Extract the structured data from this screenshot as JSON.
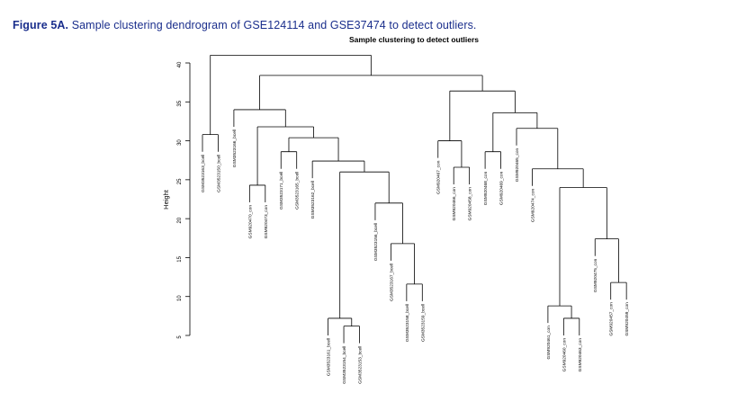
{
  "caption": {
    "label": "Figure 5A.",
    "text": " Sample clustering dendrogram of GSE124114 and GSE37474 to detect outliers."
  },
  "colors": {
    "caption_text": "#1a2e8c",
    "branch_line": "#000000",
    "background": "#ffffff"
  },
  "chart_data": {
    "type": "dendrogram",
    "title": "Sample clustering to detect outliers",
    "ylabel": "Height",
    "xlabel": "",
    "yticks": [
      5,
      10,
      15,
      20,
      25,
      30,
      35,
      40
    ],
    "ylim": [
      5,
      41.5
    ],
    "hang": 2.2,
    "leaf_count": 28,
    "grid": false,
    "tree": {
      "h": 41,
      "c": [
        {
          "h": 30.8,
          "c": [
            {
              "l": "GSM3523163_bcell"
            },
            {
              "l": "GSM3523150_bcell"
            }
          ]
        },
        {
          "h": 38.4,
          "c": [
            {
              "h": 34.0,
              "c": [
                {
                  "l": "GSM3523166_bcell"
                },
                {
                  "h": 31.8,
                  "c": [
                    {
                      "h": 24.3,
                      "c": [
                        {
                          "l": "GSM920470_con"
                        },
                        {
                          "l": "GSM920473_con"
                        }
                      ]
                    },
                    {
                      "h": 30.4,
                      "c": [
                        {
                          "h": 28.6,
                          "c": [
                            {
                              "l": "GSM3523171_bcell"
                            },
                            {
                              "l": "GSM3523165_bcell"
                            }
                          ]
                        },
                        {
                          "h": 27.4,
                          "c": [
                            {
                              "l": "GSM3523162_bcell"
                            },
                            {
                              "h": 26.0,
                              "c": [
                                {
                                  "h": 7.2,
                                  "c": [
                                    {
                                      "l": "GSM3523161_bcell"
                                    },
                                    {
                                      "h": 6.2,
                                      "c": [
                                        {
                                          "l": "GSM3523154_bcell"
                                        },
                                        {
                                          "l": "GSM3523153_bcell"
                                        }
                                      ]
                                    }
                                  ]
                                },
                                {
                                  "h": 22.0,
                                  "c": [
                                    {
                                      "l": "GSM3523156_bcell"
                                    },
                                    {
                                      "h": 16.8,
                                      "c": [
                                        {
                                          "l": "GSM3523167_bcell"
                                        },
                                        {
                                          "h": 11.6,
                                          "c": [
                                            {
                                              "l": "GSM3523158_bcell"
                                            },
                                            {
                                              "l": "GSM3523159_bcell"
                                            }
                                          ]
                                        }
                                      ]
                                    }
                                  ]
                                }
                              ]
                            }
                          ]
                        }
                      ]
                    }
                  ]
                }
              ]
            },
            {
              "h": 36.4,
              "c": [
                {
                  "h": 30.0,
                  "c": [
                    {
                      "l": "GSM920467_con"
                    },
                    {
                      "h": 26.6,
                      "c": [
                        {
                          "l": "GSM920466_con"
                        },
                        {
                          "l": "GSM920458_con"
                        }
                      ]
                    }
                  ]
                },
                {
                  "h": 33.6,
                  "c": [
                    {
                      "h": 28.6,
                      "c": [
                        {
                          "l": "GSM920468_con"
                        },
                        {
                          "l": "GSM920469_con"
                        }
                      ]
                    },
                    {
                      "h": 31.6,
                      "c": [
                        {
                          "l": "GSM920465_con"
                        },
                        {
                          "h": 26.4,
                          "c": [
                            {
                              "l": "GSM920474_con"
                            },
                            {
                              "h": 24.0,
                              "c": [
                                {
                                  "h": 8.8,
                                  "c": [
                                    {
                                      "l": "GSM920461_con"
                                    },
                                    {
                                      "h": 7.2,
                                      "c": [
                                        {
                                          "l": "GSM920460_con"
                                        },
                                        {
                                          "l": "GSM920463_con"
                                        }
                                      ]
                                    }
                                  ]
                                },
                                {
                                  "h": 17.4,
                                  "c": [
                                    {
                                      "l": "GSM920475_con"
                                    },
                                    {
                                      "h": 11.8,
                                      "c": [
                                        {
                                          "l": "GSM920457_con"
                                        },
                                        {
                                          "l": "GSM920459_con"
                                        }
                                      ]
                                    }
                                  ]
                                }
                              ]
                            }
                          ]
                        }
                      ]
                    }
                  ]
                }
              ]
            }
          ]
        }
      ]
    }
  }
}
